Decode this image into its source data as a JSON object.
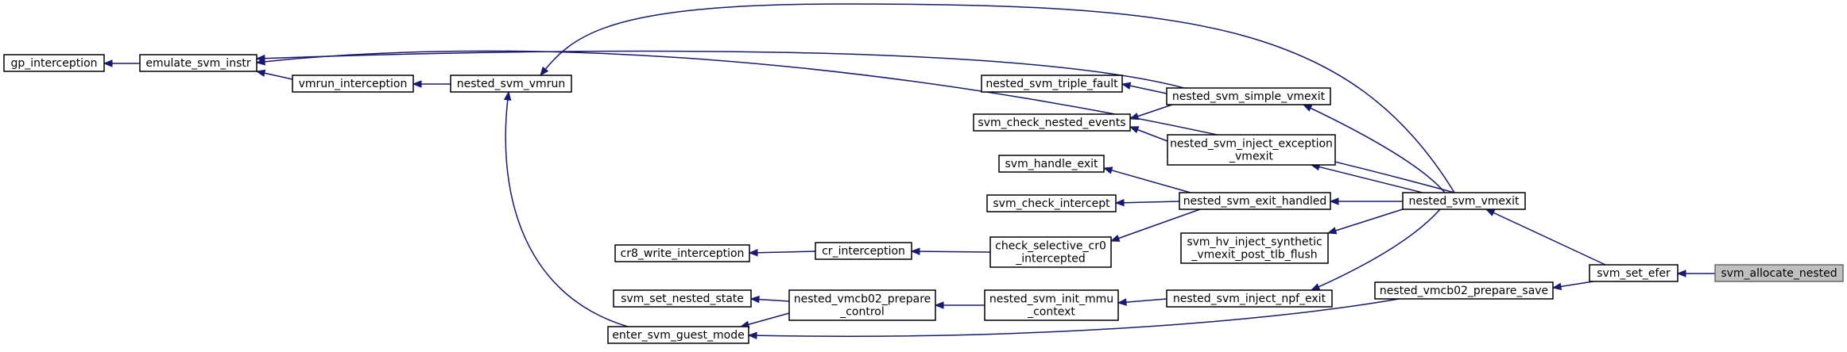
{
  "diagram": {
    "type": "call-graph",
    "colors": {
      "edge": "#191970",
      "node_fill": "#ffffff",
      "node_border": "#000000",
      "current_fill": "#bfbfbf",
      "current_border": "#666666"
    },
    "nodes": [
      {
        "id": "svm_allocate_nested",
        "lines": [
          "svm_allocate_nested"
        ],
        "current": true
      },
      {
        "id": "svm_set_efer",
        "lines": [
          "svm_set_efer"
        ]
      },
      {
        "id": "nested_svm_vmexit",
        "lines": [
          "nested_svm_vmexit"
        ]
      },
      {
        "id": "nested_vmcb02_prepare_save",
        "lines": [
          "nested_vmcb02_prepare_save"
        ]
      },
      {
        "id": "emulate_svm_instr",
        "lines": [
          "emulate_svm_instr"
        ]
      },
      {
        "id": "gp_interception",
        "lines": [
          "gp_interception"
        ]
      },
      {
        "id": "nested_svm_vmrun",
        "lines": [
          "nested_svm_vmrun"
        ]
      },
      {
        "id": "vmrun_interception",
        "lines": [
          "vmrun_interception"
        ]
      },
      {
        "id": "enter_svm_guest_mode",
        "lines": [
          "enter_svm_guest_mode"
        ]
      },
      {
        "id": "nested_vmcb02_prepare_control",
        "lines": [
          "nested_vmcb02_prepare",
          "_control"
        ]
      },
      {
        "id": "svm_set_nested_state",
        "lines": [
          "svm_set_nested_state"
        ]
      },
      {
        "id": "nested_svm_simple_vmexit",
        "lines": [
          "nested_svm_simple_vmexit"
        ]
      },
      {
        "id": "nested_svm_triple_fault",
        "lines": [
          "nested_svm_triple_fault"
        ]
      },
      {
        "id": "svm_check_nested_events",
        "lines": [
          "svm_check_nested_events"
        ]
      },
      {
        "id": "nested_svm_inject_exception_vmexit",
        "lines": [
          "nested_svm_inject_exception",
          "_vmexit"
        ]
      },
      {
        "id": "nested_svm_exit_handled",
        "lines": [
          "nested_svm_exit_handled"
        ]
      },
      {
        "id": "svm_handle_exit",
        "lines": [
          "svm_handle_exit"
        ]
      },
      {
        "id": "svm_check_intercept",
        "lines": [
          "svm_check_intercept"
        ]
      },
      {
        "id": "check_selective_cr0_intercepted",
        "lines": [
          "check_selective_cr0",
          "_intercepted"
        ]
      },
      {
        "id": "cr_interception",
        "lines": [
          "cr_interception"
        ]
      },
      {
        "id": "cr8_write_interception",
        "lines": [
          "cr8_write_interception"
        ]
      },
      {
        "id": "svm_hv_inject_synthetic_vmexit_post_tlb_flush",
        "lines": [
          "svm_hv_inject_synthetic",
          "_vmexit_post_tlb_flush"
        ]
      },
      {
        "id": "nested_svm_inject_npf_exit",
        "lines": [
          "nested_svm_inject_npf_exit"
        ]
      },
      {
        "id": "nested_svm_init_mmu_context",
        "lines": [
          "nested_svm_init_mmu",
          "_context"
        ]
      }
    ],
    "edges": [
      {
        "from": "svm_allocate_nested",
        "to": "svm_set_efer"
      },
      {
        "from": "svm_set_efer",
        "to": "nested_svm_vmexit"
      },
      {
        "from": "svm_set_efer",
        "to": "nested_vmcb02_prepare_save"
      },
      {
        "from": "nested_svm_vmexit",
        "to": "emulate_svm_instr"
      },
      {
        "from": "nested_svm_vmexit",
        "to": "nested_svm_vmrun"
      },
      {
        "from": "nested_svm_vmexit",
        "to": "nested_svm_simple_vmexit"
      },
      {
        "from": "nested_svm_vmexit",
        "to": "nested_svm_inject_exception_vmexit"
      },
      {
        "from": "nested_svm_vmexit",
        "to": "nested_svm_exit_handled"
      },
      {
        "from": "nested_svm_vmexit",
        "to": "svm_hv_inject_synthetic_vmexit_post_tlb_flush"
      },
      {
        "from": "nested_svm_vmexit",
        "to": "nested_svm_inject_npf_exit"
      },
      {
        "from": "emulate_svm_instr",
        "to": "gp_interception"
      },
      {
        "from": "nested_svm_vmrun",
        "to": "vmrun_interception"
      },
      {
        "from": "vmrun_interception",
        "to": "emulate_svm_instr"
      },
      {
        "from": "nested_vmcb02_prepare_save",
        "to": "enter_svm_guest_mode"
      },
      {
        "from": "enter_svm_guest_mode",
        "to": "nested_svm_vmrun"
      },
      {
        "from": "nested_vmcb02_prepare_control",
        "to": "enter_svm_guest_mode"
      },
      {
        "from": "nested_vmcb02_prepare_control",
        "to": "svm_set_nested_state"
      },
      {
        "from": "nested_svm_simple_vmexit",
        "to": "emulate_svm_instr"
      },
      {
        "from": "nested_svm_simple_vmexit",
        "to": "nested_svm_triple_fault"
      },
      {
        "from": "nested_svm_simple_vmexit",
        "to": "svm_check_nested_events"
      },
      {
        "from": "nested_svm_inject_exception_vmexit",
        "to": "svm_check_nested_events"
      },
      {
        "from": "nested_svm_exit_handled",
        "to": "svm_handle_exit"
      },
      {
        "from": "nested_svm_exit_handled",
        "to": "svm_check_intercept"
      },
      {
        "from": "nested_svm_exit_handled",
        "to": "check_selective_cr0_intercepted"
      },
      {
        "from": "check_selective_cr0_intercepted",
        "to": "cr_interception"
      },
      {
        "from": "cr_interception",
        "to": "cr8_write_interception"
      },
      {
        "from": "nested_svm_inject_npf_exit",
        "to": "nested_svm_init_mmu_context"
      },
      {
        "from": "nested_svm_init_mmu_context",
        "to": "nested_vmcb02_prepare_control"
      }
    ]
  }
}
